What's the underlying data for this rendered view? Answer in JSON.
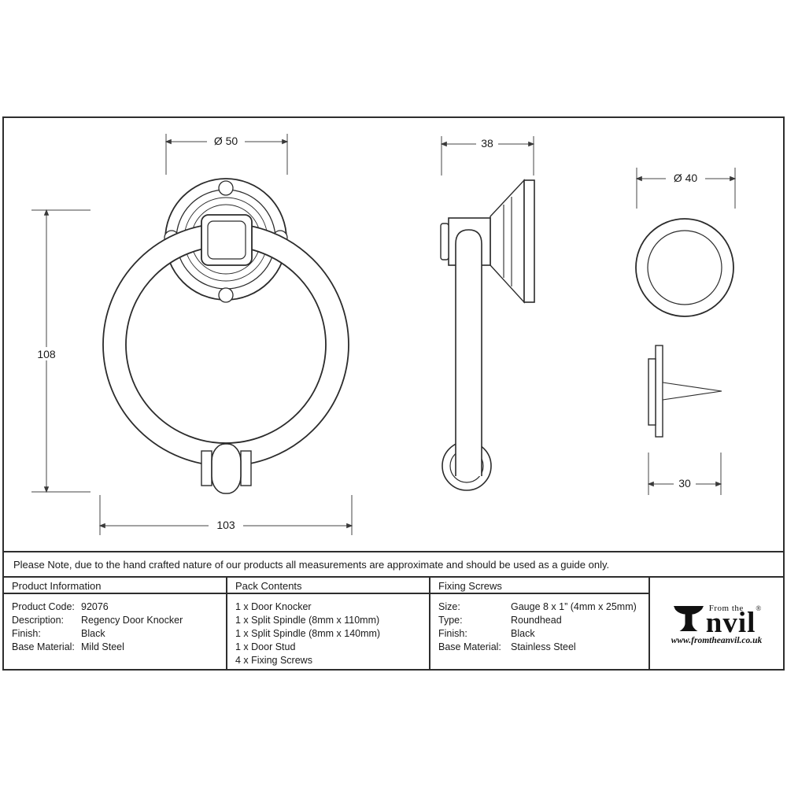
{
  "note": "Please Note, due to the hand crafted nature of our products all measurements are approximate and should be used as a guide only.",
  "drawing": {
    "front_view": {
      "dim_rosette_diameter": "Ø 50",
      "dim_height": "108",
      "dim_width": "103"
    },
    "side_view": {
      "dim_depth": "38"
    },
    "stud_front_view": {
      "dim_diameter": "Ø 40"
    },
    "stud_side_view": {
      "dim_depth": "30"
    }
  },
  "tables": {
    "product_information": {
      "header": "Product Information",
      "rows": [
        {
          "label": "Product Code:",
          "value": "92076"
        },
        {
          "label": "Description:",
          "value": "Regency Door Knocker"
        },
        {
          "label": "Finish:",
          "value": "Black"
        },
        {
          "label": "Base Material:",
          "value": "Mild Steel"
        }
      ]
    },
    "pack_contents": {
      "header": "Pack Contents",
      "items": [
        "1 x Door Knocker",
        "1 x Split Spindle (8mm x 110mm)",
        "1 x Split Spindle (8mm x 140mm)",
        "1 x Door Stud",
        "4 x Fixing Screws"
      ]
    },
    "fixing_screws": {
      "header": "Fixing Screws",
      "rows": [
        {
          "label": "Size:",
          "value": "Gauge 8 x 1” (4mm x 25mm)"
        },
        {
          "label": "Type:",
          "value": "Roundhead"
        },
        {
          "label": "Finish:",
          "value": "Black"
        },
        {
          "label": "Base Material:",
          "value": "Stainless Steel"
        }
      ]
    }
  },
  "logo": {
    "tagline": "From the",
    "name_rest": "nvil",
    "registered": "®",
    "url": "www.fromtheanvil.co.uk"
  },
  "colors": {
    "line": "#2b2b2b",
    "dim_line": "#444444",
    "text": "#1a1a1a",
    "background": "#ffffff"
  }
}
